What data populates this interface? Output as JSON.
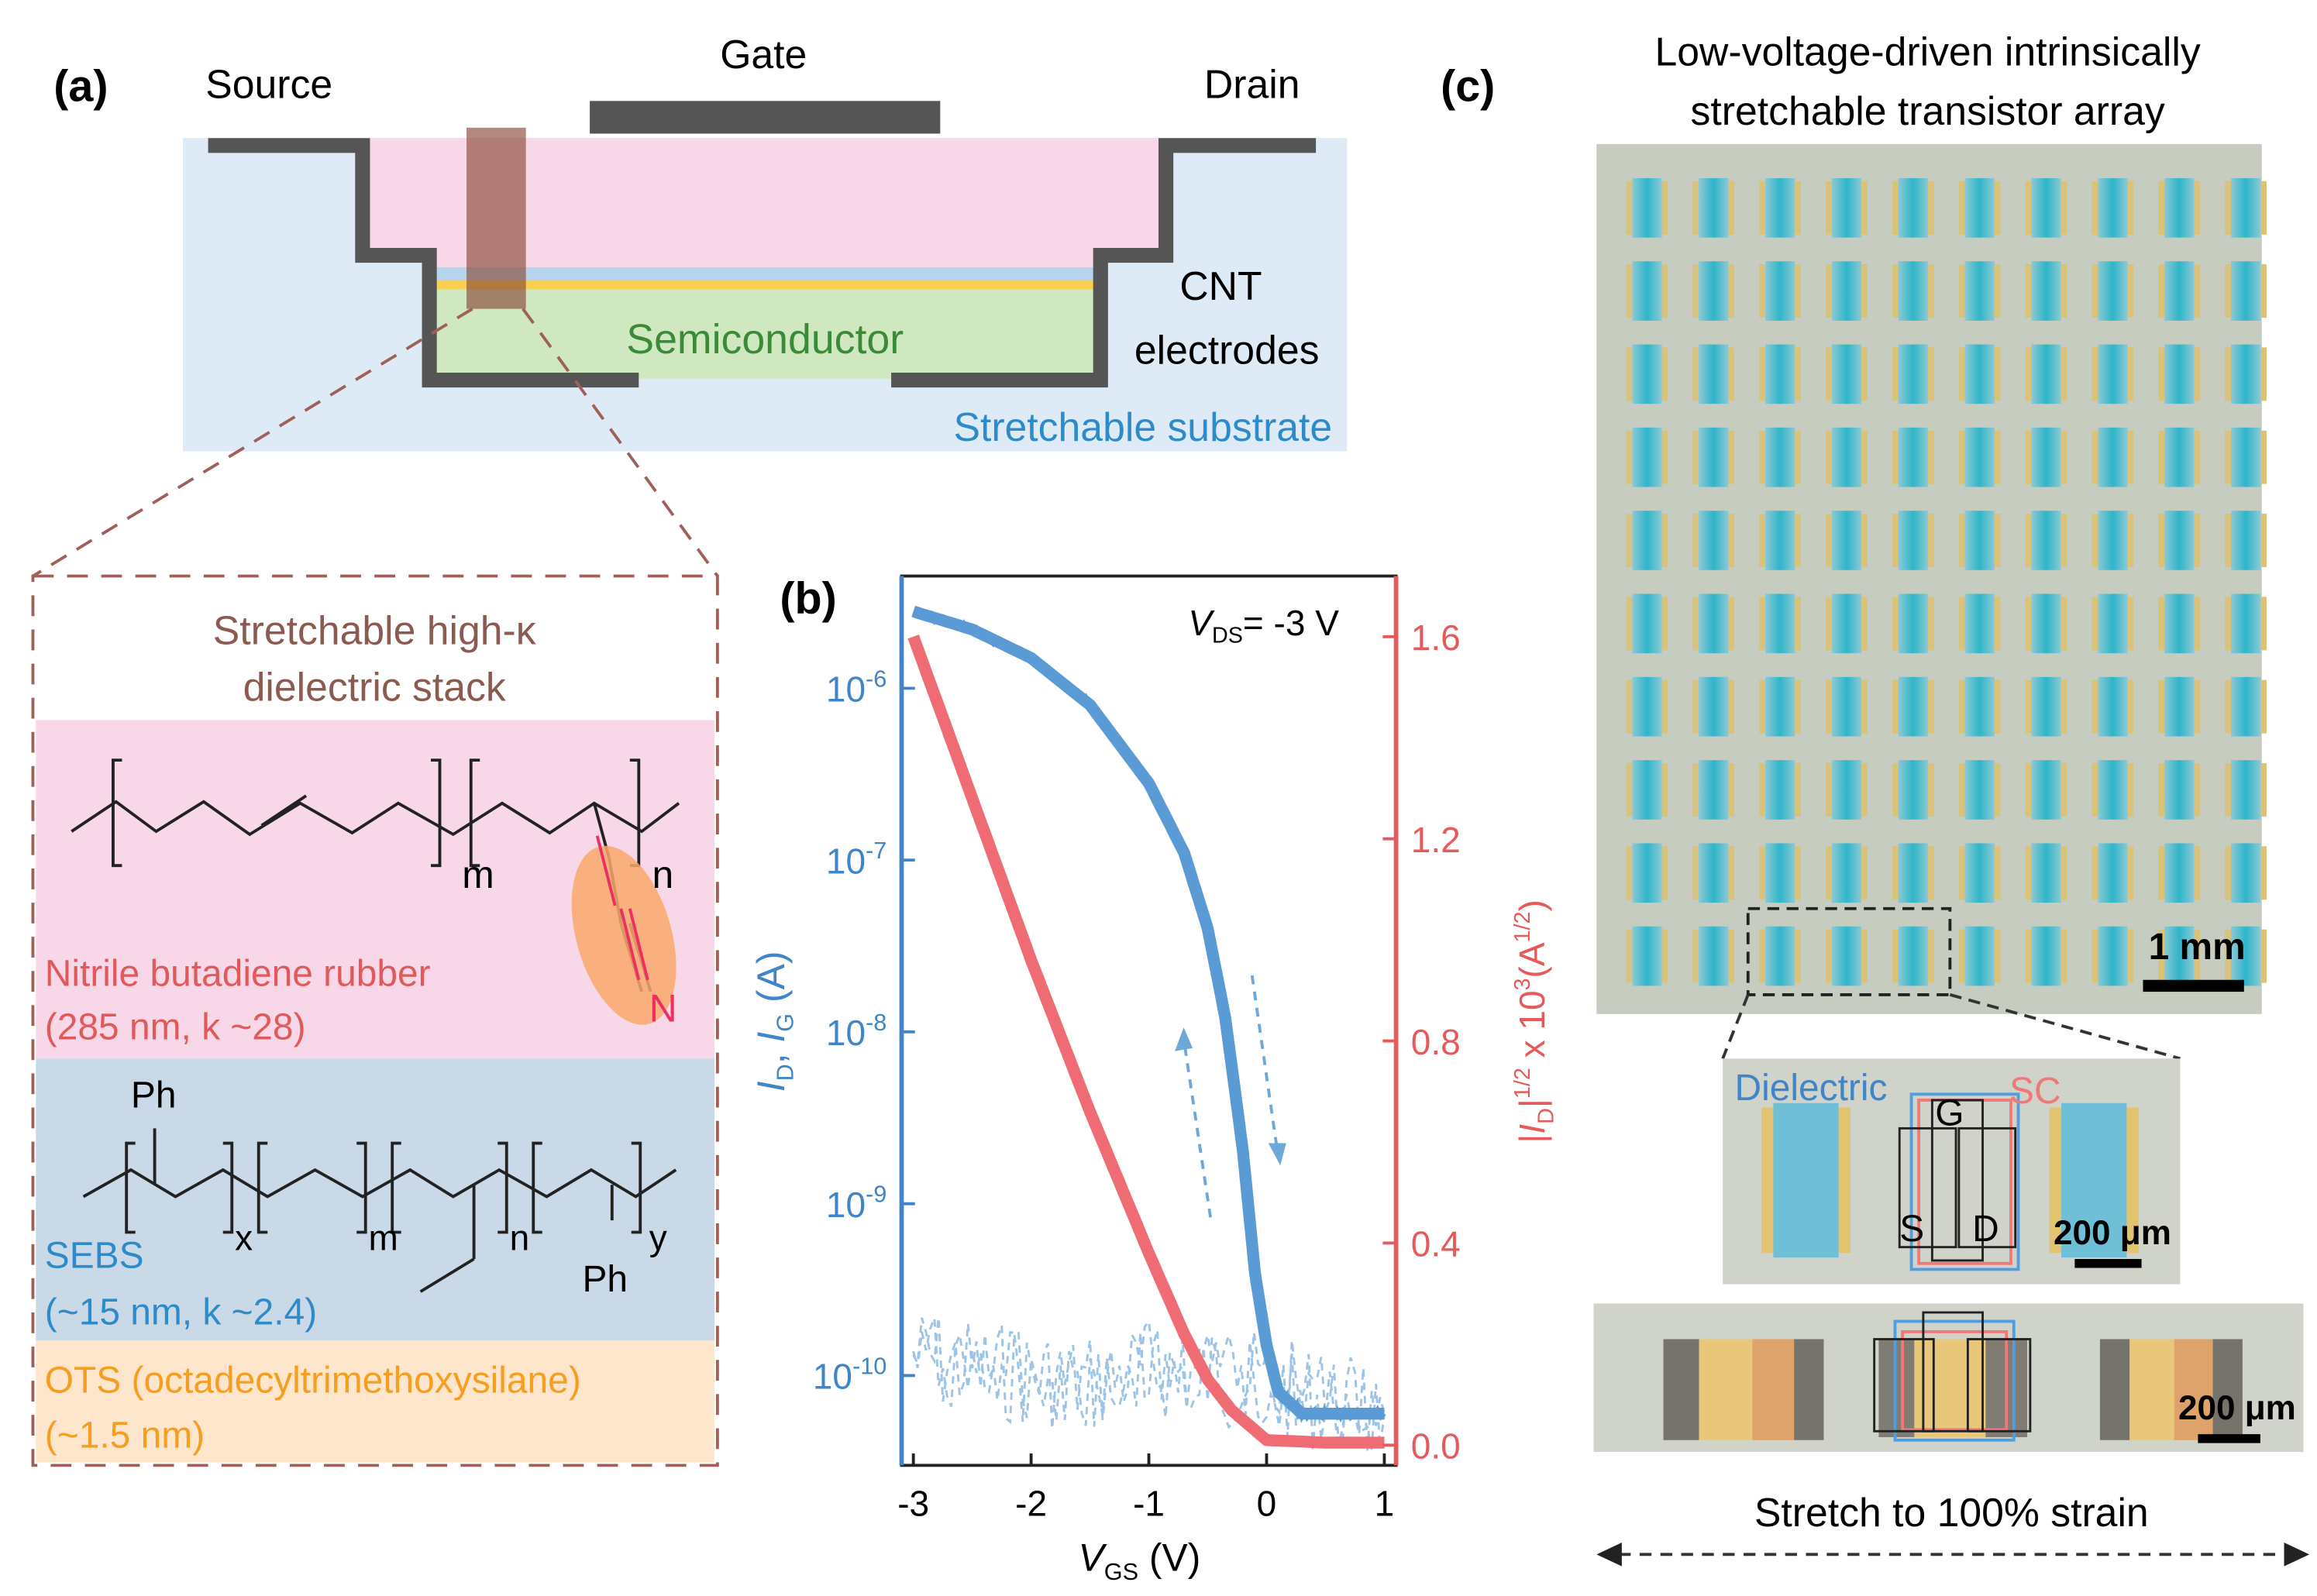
{
  "panel_a": {
    "label": "(a)",
    "source": "Source",
    "gate": "Gate",
    "drain": "Drain",
    "semiconductor": "Semiconductor",
    "cnt_line1": "CNT",
    "cnt_line2": "electrodes",
    "substrate": "Stretchable substrate",
    "stack_title_line1": "Stretchable high-κ",
    "stack_title_line2": "dielectric stack",
    "nbr_name": "Nitrile butadiene rubber",
    "nbr_spec": "(285 nm, k ~28)",
    "nbr_m": "m",
    "nbr_n": "n",
    "nbr_N": "N",
    "sebs_ph_top": "Ph",
    "sebs_ph_bottom": "Ph",
    "sebs_x": "x",
    "sebs_m": "m",
    "sebs_n": "n",
    "sebs_y": "y",
    "sebs_name": "SEBS",
    "sebs_spec": "(~15 nm, k ~2.4)",
    "ots_name": "OTS (octadecyltrimethoxysilane)",
    "ots_spec": "(~1.5 nm)",
    "colors": {
      "pink": "#f8d7e8",
      "blue_light": "#deebf7",
      "blue_layer": "#c9d9e7",
      "green": "#cfe8bf",
      "yellow": "#f7d050",
      "orange_pale": "#fde6cc",
      "electrode": "#555555",
      "brown": "#a0605a"
    }
  },
  "panel_b": {
    "label": "(b)",
    "vds_text": "= -3 V",
    "vds_sym": "V",
    "vds_sub": "DS",
    "xlabel_sym": "V",
    "xlabel_sub": "GS",
    "xlabel_unit": " (V)",
    "xticks": [
      "-3",
      "-2",
      "-1",
      "0",
      "1"
    ],
    "yleft_ticks": [
      "10",
      "10",
      "10",
      "10",
      "10"
    ],
    "yleft_exps": [
      "-6",
      "-7",
      "-8",
      "-9",
      "-10"
    ],
    "yright_ticks": [
      "1.6",
      "1.2",
      "0.8",
      "0.4",
      "0.0"
    ]
  },
  "chart_data": {
    "type": "line",
    "x_label": "V_GS (V)",
    "y_left_label": "I_D, I_G (A)",
    "y_right_label": "|I_D|^1/2 x 10^3 (A^1/2)",
    "annotation": "V_DS = -3 V",
    "xlim": [
      -3.1,
      1.1
    ],
    "y_left_scale": "log",
    "y_left_lim": [
      3e-11,
      4.5e-06
    ],
    "y_right_lim": [
      -0.04,
      1.72
    ],
    "series": [
      {
        "axis": "left",
        "color": "#5b9bd5",
        "x": [
          -3.0,
          -2.5,
          -2.0,
          -1.5,
          -1.0,
          -0.7,
          -0.5,
          -0.35,
          -0.2,
          -0.1,
          0.0,
          0.1,
          0.3,
          0.6,
          1.0
        ],
        "y": [
          2.8e-06,
          2.2e-06,
          1.5e-06,
          8e-07,
          2.8e-07,
          1.1e-07,
          4e-08,
          1.2e-08,
          2e-09,
          4e-10,
          1.5e-10,
          8e-11,
          6e-11,
          6e-11,
          6e-11
        ]
      },
      {
        "axis": "left",
        "color": "#9dc3e6",
        "x": [
          -3.0,
          -2.5,
          -2.0,
          -1.5,
          -1.0,
          -0.5,
          0.0,
          0.5,
          1.0
        ],
        "y": [
          1.3e-10,
          1.1e-10,
          1e-10,
          9e-11,
          1.1e-10,
          1e-10,
          9e-11,
          7e-11,
          6e-11
        ]
      },
      {
        "axis": "right",
        "color": "#ef6c75",
        "x": [
          -3.0,
          -2.5,
          -2.0,
          -1.5,
          -1.0,
          -0.7,
          -0.5,
          -0.3,
          -0.1,
          0.0,
          0.5,
          1.0
        ],
        "y": [
          1.6,
          1.28,
          0.96,
          0.66,
          0.38,
          0.22,
          0.13,
          0.07,
          0.03,
          0.01,
          0.005,
          0.005
        ]
      }
    ]
  },
  "panel_c": {
    "label": "(c)",
    "title_line1": "Low-voltage-driven intrinsically",
    "title_line2": "stretchable transistor array",
    "scale_1mm": "1 mm",
    "dielectric": "Dielectric",
    "sc": "SC",
    "g": "G",
    "s": "S",
    "d": "D",
    "scale_200_a": "200 μm",
    "scale_200_b": "200 μm",
    "stretch": "Stretch to 100% strain",
    "rows": 10,
    "cols": 10
  }
}
